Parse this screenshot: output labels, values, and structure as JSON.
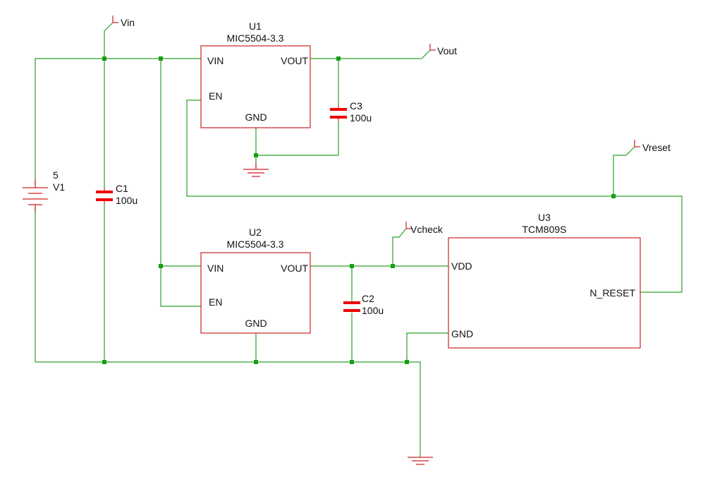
{
  "colors": {
    "wire": "#2aa02a",
    "part": "#cc2222",
    "capacitor": "#ee0000",
    "junction": "#159f15",
    "text": "#111111",
    "background": "#ffffff"
  },
  "components": {
    "u1": {
      "ref": "U1",
      "value": "MIC5504-3.3",
      "pins": {
        "vin": "VIN",
        "en": "EN",
        "vout": "VOUT",
        "gnd": "GND"
      }
    },
    "u2": {
      "ref": "U2",
      "value": "MIC5504-3.3",
      "pins": {
        "vin": "VIN",
        "en": "EN",
        "vout": "VOUT",
        "gnd": "GND"
      }
    },
    "u3": {
      "ref": "U3",
      "value": "TCM809S",
      "pins": {
        "vdd": "VDD",
        "gnd": "GND",
        "nreset": "N_RESET"
      }
    },
    "c1": {
      "ref": "C1",
      "value": "100u"
    },
    "c2": {
      "ref": "C2",
      "value": "100u"
    },
    "c3": {
      "ref": "C3",
      "value": "100u"
    },
    "v1": {
      "ref": "V1",
      "value": "5"
    }
  },
  "net_labels": {
    "vin": "Vin",
    "vout": "Vout",
    "vreset": "Vreset",
    "vcheck": "Vcheck"
  }
}
